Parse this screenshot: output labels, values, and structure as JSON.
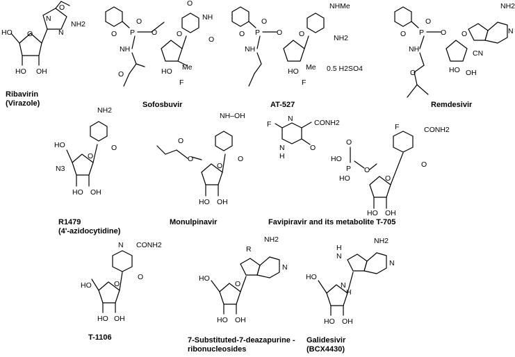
{
  "compounds": {
    "ribavirin": {
      "name": "Ribavirin",
      "alias": "(Virazole)"
    },
    "sofosbuvir": {
      "name": "Sofosbuvir"
    },
    "at527": {
      "name": "AT-527",
      "salt": "0.5 H2SO4"
    },
    "remdesivir": {
      "name": "Remdesivir"
    },
    "r1479": {
      "name": "R1479",
      "alias": "(4'-azidocytidine)"
    },
    "monulpinavir": {
      "name": "Monulpinavir"
    },
    "favipiravir": {
      "name": "Favipiravir and its metabolite T-705"
    },
    "t1106": {
      "name": "T-1106"
    },
    "deazapurine": {
      "name": "7-Substituted-7-deazapurine -",
      "name2": "ribonucleosides"
    },
    "galidesivir": {
      "name": "Galidesivir",
      "alias": "(BCX4430)"
    }
  },
  "atom_labels": {
    "ho": "HO",
    "oh": "OH",
    "o": "O",
    "n": "N",
    "nh": "NH",
    "nh2": "NH2",
    "f": "F",
    "me": "Me",
    "p": "P",
    "cn": "CN",
    "n3": "N3",
    "nhme": "NHMe",
    "conh2": "CONH2",
    "h": "H",
    "r": "R",
    "nhoh": "NH–OH"
  }
}
